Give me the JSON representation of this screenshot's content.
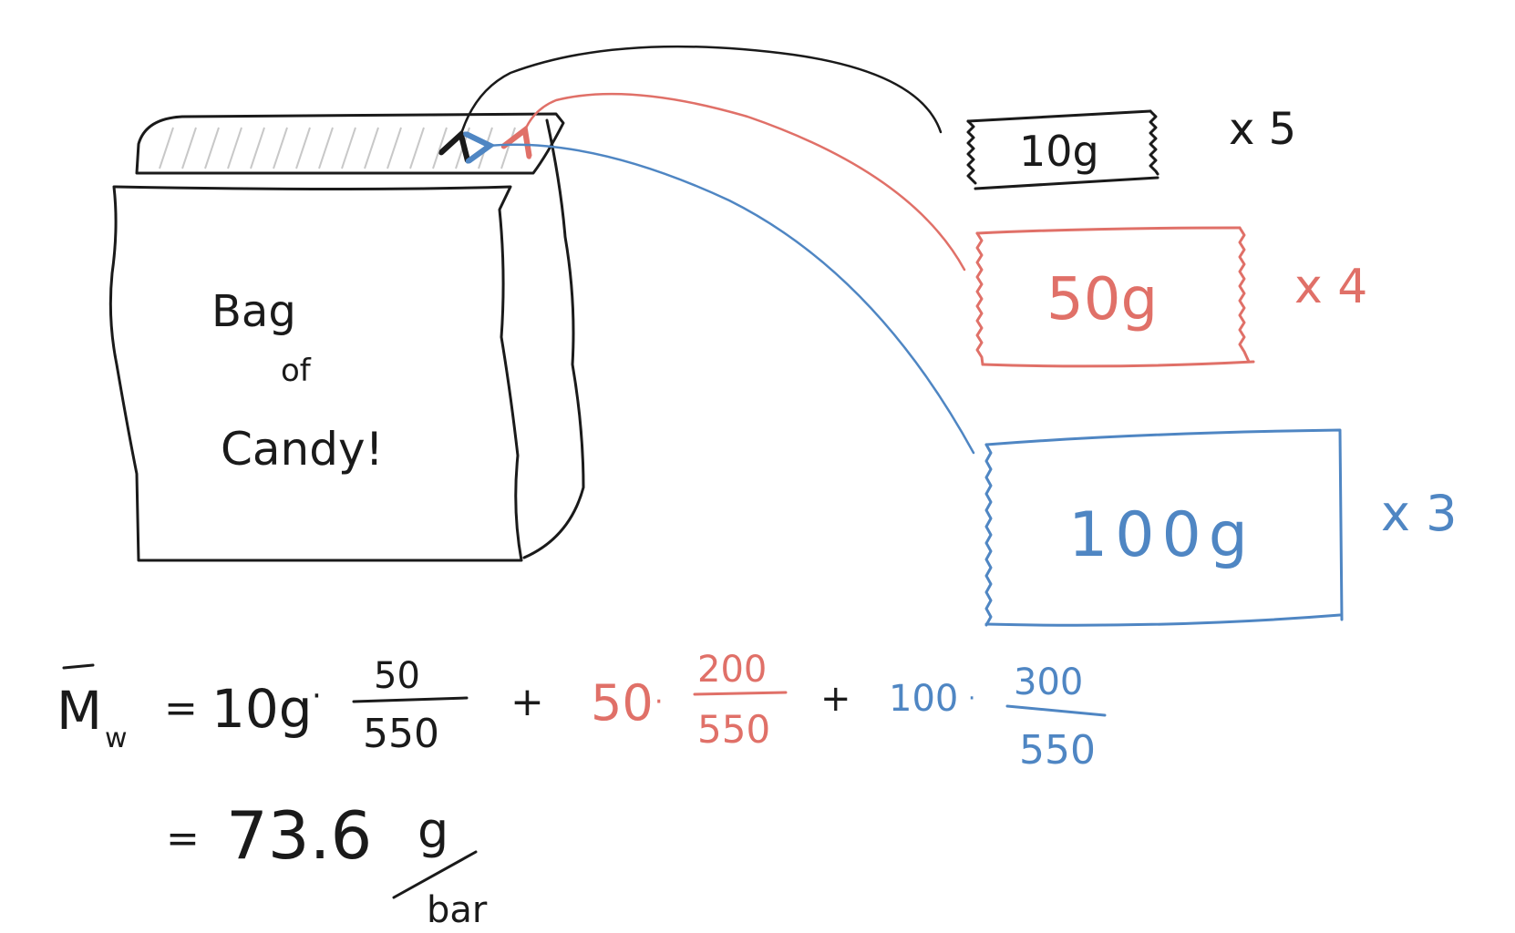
{
  "colors": {
    "ink": "#1a1a1a",
    "red": "#e07068",
    "blue": "#4f86c3",
    "hatch": "#c8c8c8"
  },
  "bag": {
    "line1": "Bag",
    "line2": "of",
    "line3": "Candy!"
  },
  "items": [
    {
      "label": "10g",
      "count": "x 5",
      "color": "ink"
    },
    {
      "label": "50g",
      "count": "x 4",
      "color": "red"
    },
    {
      "label": "100g",
      "count": "x 3",
      "color": "blue"
    }
  ],
  "equation": {
    "symbol": "M",
    "subscript": "w",
    "equals": "=",
    "term1_factor": "10g",
    "term1_num": "50",
    "term1_den": "550",
    "plus": "+",
    "term2_factor": "50",
    "term2_num": "200",
    "term2_den": "550",
    "term3_factor": "100",
    "term3_num": "300",
    "term3_den": "550",
    "result": "73.6",
    "unit_num": "g",
    "unit_den": "bar"
  }
}
